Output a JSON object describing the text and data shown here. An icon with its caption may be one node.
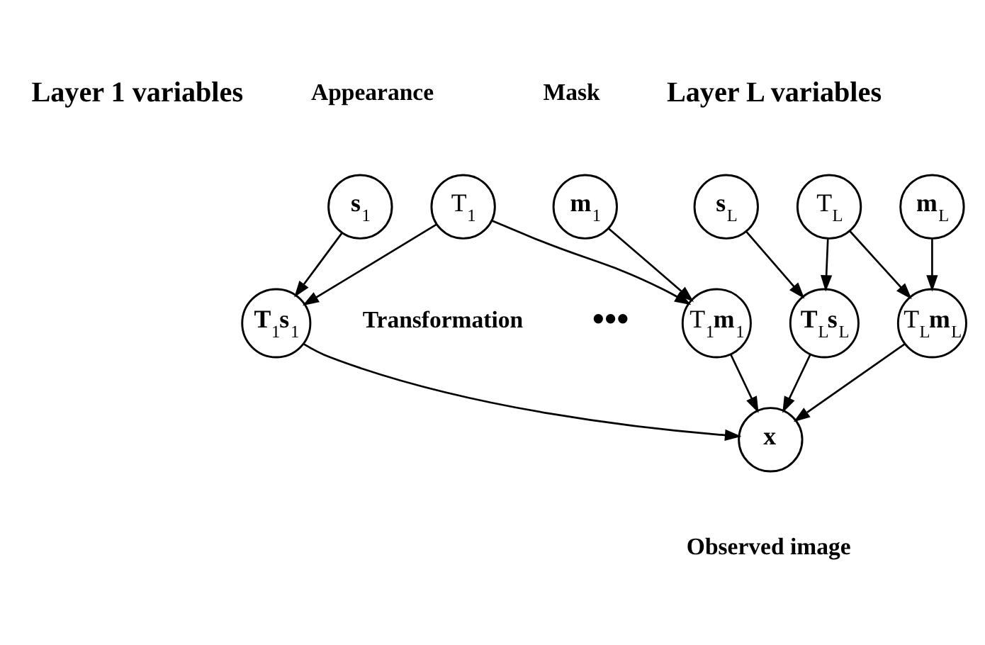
{
  "diagram": {
    "nodes": [
      {
        "text": [
          "**s**$_{1}$"
        ],
        "beside": [
          "Appearance"
        ]
      },
      {
        "text": [
          "T$_{1}$"
        ],
        "beside": [
          "Transformation"
        ]
      },
      {
        "text": [
          "**m**$_{1}$"
        ],
        "beside": [
          "Mask"
        ]
      },
      {
        "text": [
          "**T**$_{1}$**s**$_{1}$"
        ]
      },
      {
        "text": [
          "T$_{1}$**m**$_{1}$"
        ]
      },
      {
        "text": [
          "**s**$_{L}$"
        ]
      },
      {
        "text": [
          "T$_{L}$"
        ]
      },
      {
        "text": [
          "**m**$_{L}$"
        ]
      },
      {
        "text": [
          "**T**$_{L}$**s**$_{L}$"
        ]
      },
      {
        "text": [
          "T$_{L}$**m**$_{L}$"
        ]
      },
      {
        "text": [
          "**x**"
        ],
        "beside": [
          "Observed image"
        ]
      }
    ],
    "edges": [
      {
        "from": 0,
        "to": 3,
        "arrow": "to"
      },
      {
        "from": 1,
        "to": 3,
        "arrow": "to"
      },
      {
        "from": 1,
        "to": 4,
        "arrow": "to"
      },
      {
        "from": 2,
        "to": 4,
        "arrow": "to"
      },
      {
        "from": 5,
        "to": 8,
        "arrow": "to"
      },
      {
        "from": 6,
        "to": 8,
        "arrow": "to"
      },
      {
        "from": 6,
        "to": 9,
        "arrow": "to"
      },
      {
        "from": 7,
        "to": 9,
        "arrow": "to"
      },
      {
        "from": 3,
        "to": 10,
        "arrow": "to"
      },
      {
        "from": 4,
        "to": 10,
        "arrow": "to"
      },
      {
        "from": 8,
        "to": 10,
        "arrow": "to"
      },
      {
        "from": 9,
        "to": 10,
        "arrow": "to"
      }
    ],
    "labels": [
      "Layer 1 variables",
      "Layer L variables",
      "•••"
    ]
  }
}
